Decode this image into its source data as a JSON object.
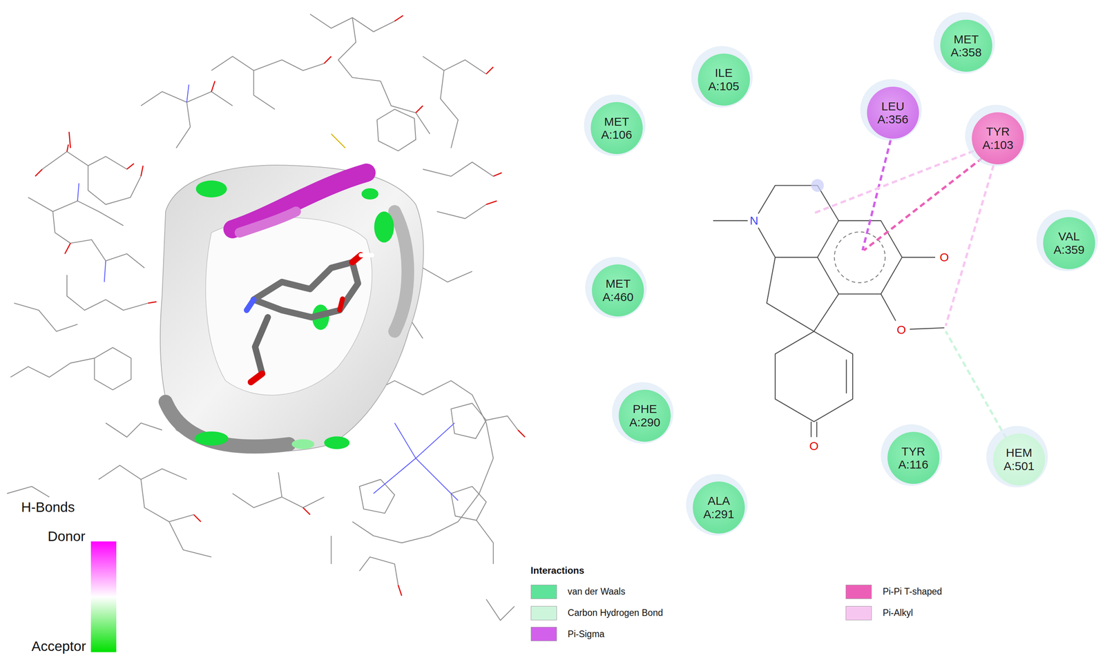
{
  "diagram": {
    "nodes": [
      {
        "text": [
          "ILE A:105"
        ]
      },
      {
        "text": [
          "MET A:358"
        ]
      },
      {
        "text": [
          "MET A:106"
        ]
      },
      {
        "text": [
          "LEU A:356"
        ]
      },
      {
        "text": [
          "TYR A:103"
        ]
      },
      {
        "text": [
          "VAL A:359"
        ]
      },
      {
        "text": [
          "MET A:460"
        ]
      },
      {
        "text": [
          "PHE A:290"
        ]
      },
      {
        "text": [
          "TYR A:116"
        ]
      },
      {
        "text": [
          "HEM A:501"
        ]
      },
      {
        "text": [
          "ALA A:291"
        ]
      }
    ],
    "labels": [
      "N",
      "O",
      "O",
      "O",
      "H-Bonds",
      "Donor",
      "Acceptor",
      "Interactions"
    ],
    "legend": [
      {
        "text": "van der Waals",
        "color": "#5fe39a"
      },
      {
        "text": "Carbon Hydrogen Bond",
        "color": "#ccf5dc"
      },
      {
        "text": "Pi-Sigma",
        "color": "#d260ea"
      },
      {
        "text": "Pi-Pi T-shaped",
        "color": "#ec5fb6"
      },
      {
        "text": "Pi-Alkyl",
        "color": "#f7c6f0"
      }
    ]
  }
}
